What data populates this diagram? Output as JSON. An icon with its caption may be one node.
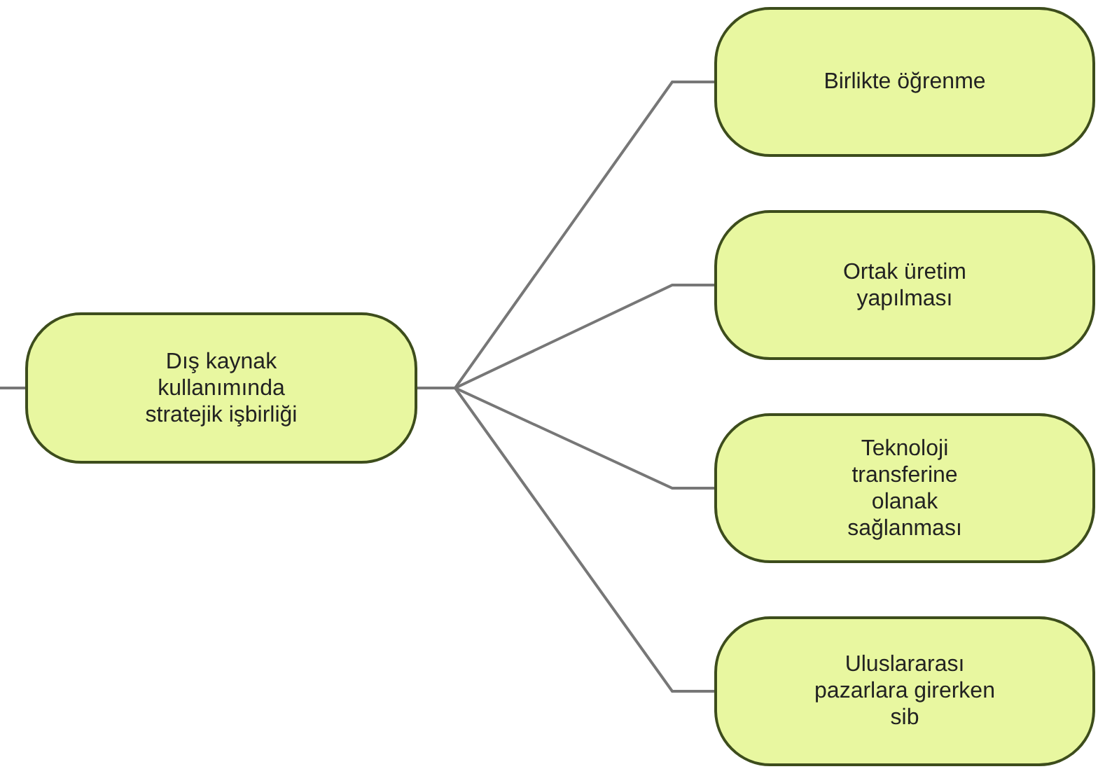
{
  "diagram": {
    "nodes": [
      {
        "text": [
          "Dış kaynak kullanımında stratejik işbirliği"
        ]
      },
      {
        "text": [
          "Birlikte öğrenme"
        ]
      },
      {
        "text": [
          "Ortak üretim yapılması"
        ]
      },
      {
        "text": [
          "Teknoloji transferine olanak sağlanması"
        ]
      },
      {
        "text": [
          "Uluslararası pazarlara girerken sib"
        ]
      }
    ],
    "edges": [
      {
        "from": null,
        "to": 0,
        "arrow": "none"
      },
      {
        "from": 0,
        "to": 1,
        "arrow": "none"
      },
      {
        "from": 0,
        "to": 2,
        "arrow": "none"
      },
      {
        "from": 0,
        "to": 3,
        "arrow": "none"
      },
      {
        "from": 0,
        "to": 4,
        "arrow": "none"
      }
    ]
  }
}
